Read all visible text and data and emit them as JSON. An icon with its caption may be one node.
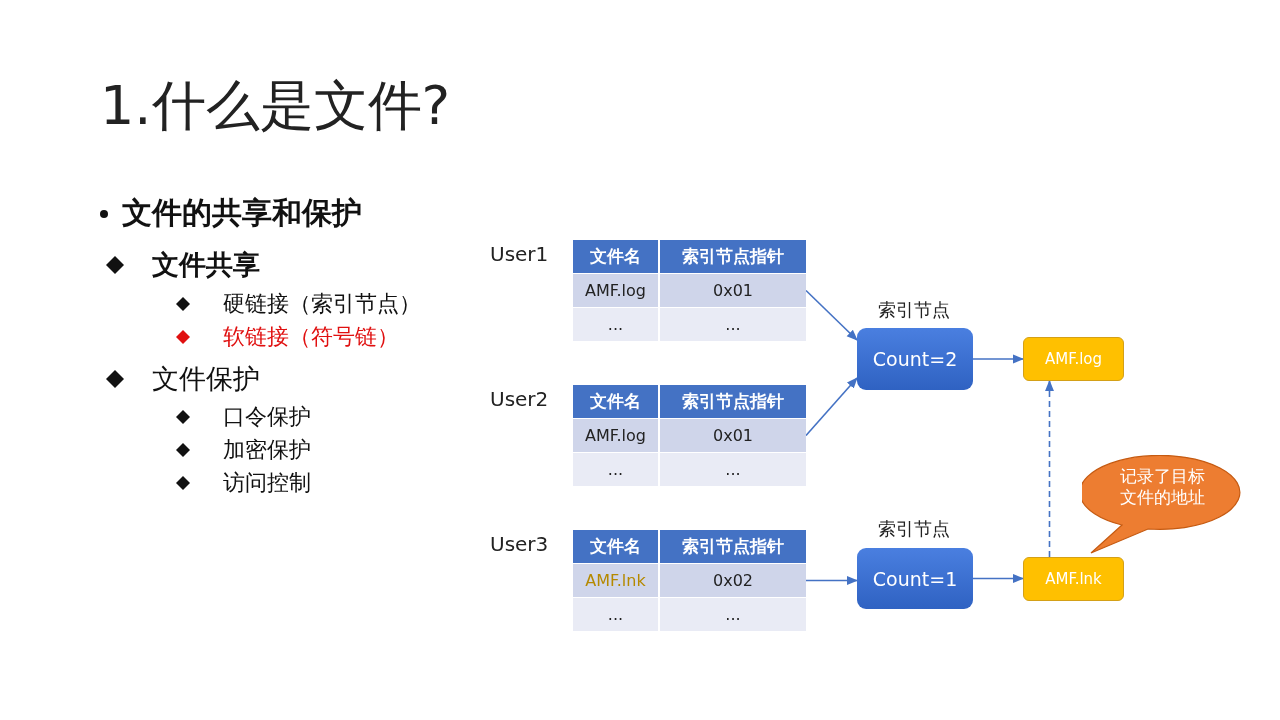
{
  "diagram": {
    "title": "1.什么是文件?",
    "nodes": [
      {
        "text": [
          "User1"
        ]
      },
      {
        "text": [
          "文件名"
        ],
        "in": 0
      },
      {
        "text": [
          "索引节点指针"
        ],
        "in": 0
      },
      {
        "text": [
          "AMF.log"
        ],
        "in": 0
      },
      {
        "text": [
          "0x01"
        ],
        "in": 0
      },
      {
        "text": [
          "..."
        ],
        "in": 0
      },
      {
        "text": [
          "..."
        ],
        "in": 0
      },
      {
        "text": [
          "User2"
        ]
      },
      {
        "text": [
          "文件名"
        ],
        "in": 7
      },
      {
        "text": [
          "索引节点指针"
        ],
        "in": 7
      },
      {
        "text": [
          "AMF.log"
        ],
        "in": 7
      },
      {
        "text": [
          "0x01"
        ],
        "in": 7
      },
      {
        "text": [
          "..."
        ],
        "in": 7
      },
      {
        "text": [
          "..."
        ],
        "in": 7
      },
      {
        "text": [
          "User3"
        ]
      },
      {
        "text": [
          "文件名"
        ],
        "in": 14
      },
      {
        "text": [
          "索引节点指针"
        ],
        "in": 14
      },
      {
        "text": [
          "AMF.lnk"
        ],
        "in": 14
      },
      {
        "text": [
          "0x02"
        ],
        "in": 14
      },
      {
        "text": [
          "..."
        ],
        "in": 14
      },
      {
        "text": [
          "..."
        ],
        "in": 14
      },
      {
        "text": [
          "Count=2"
        ],
        "beside": [
          "索引节点"
        ]
      },
      {
        "text": [
          "AMF.log"
        ]
      },
      {
        "text": [
          "Count=1"
        ],
        "beside": [
          "索引节点"
        ]
      },
      {
        "text": [
          "AMF.lnk"
        ]
      },
      {
        "text": [
          "记录了目标文件的地址"
        ]
      }
    ],
    "edges": [
      {
        "from": 4,
        "to": 21,
        "arrow": "to"
      },
      {
        "from": 11,
        "to": 21,
        "arrow": "to"
      },
      {
        "from": 18,
        "to": 23,
        "arrow": "to"
      },
      {
        "from": 21,
        "to": 22,
        "arrow": "to"
      },
      {
        "from": 23,
        "to": 24,
        "arrow": "to"
      },
      {
        "from": 24,
        "to": 22,
        "arrow": "to",
        "style": "dashed"
      }
    ],
    "labels": [
      "文件的共享和保护",
      "文件共享",
      "硬链接（索引节点）",
      "软链接（符号链）",
      "文件保护",
      "口令保护",
      "加密保护",
      "访问控制"
    ]
  }
}
